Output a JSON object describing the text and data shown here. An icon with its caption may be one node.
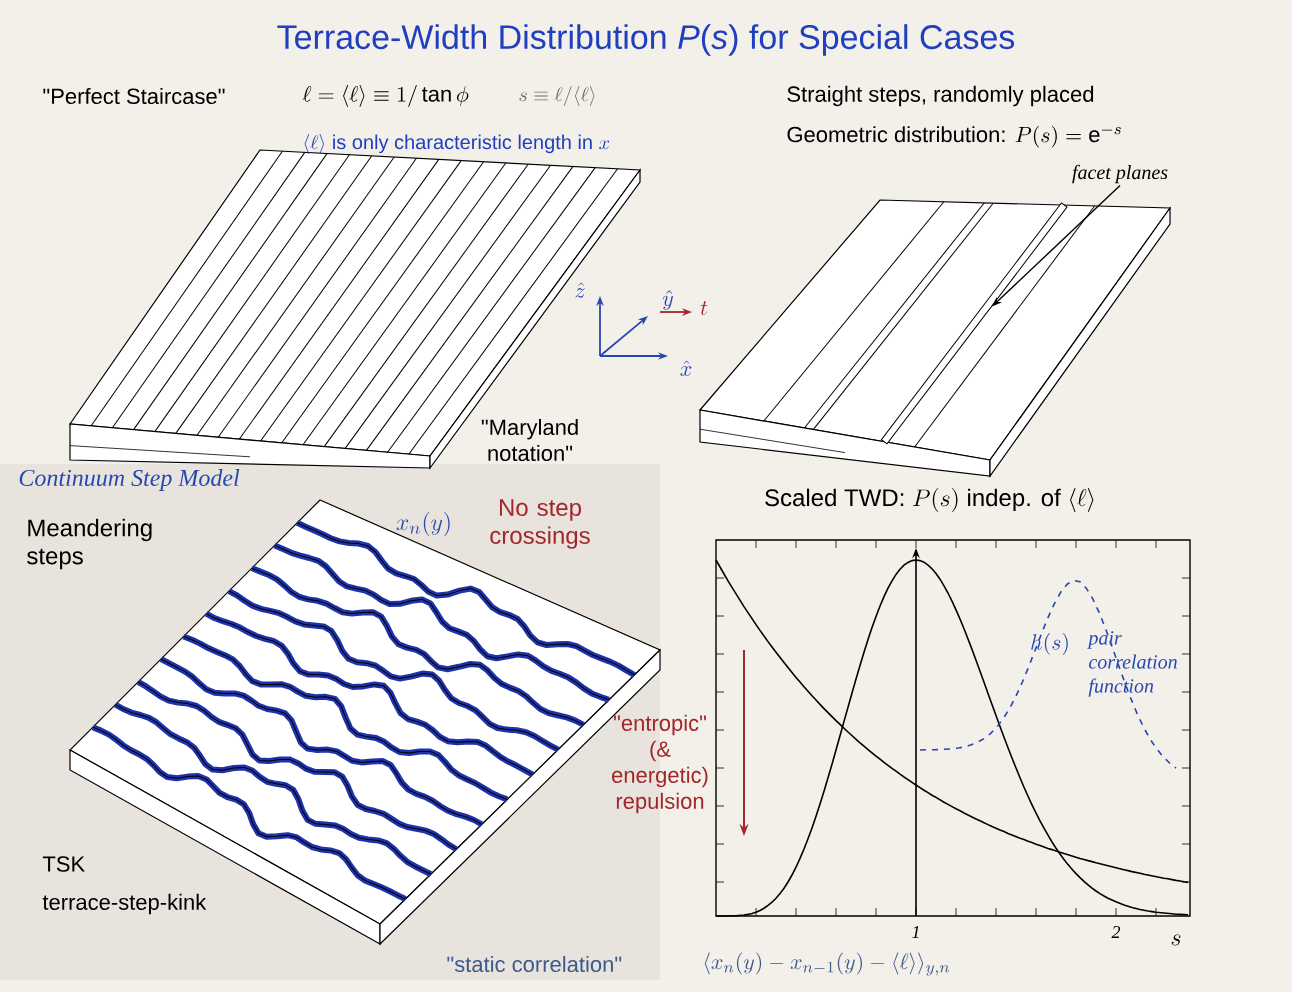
{
  "diagram": {
    "title": "Terrace-Width Distribution *P*(*s*) for Special Cases",
    "nodes": [
      {
        "text": [
          "facet planes"
        ]
      },
      {
        "text": [],
        "shape": "bar"
      }
    ],
    "edges": [
      {
        "from": 0,
        "to": 1,
        "arrow": "to"
      }
    ],
    "labels": [
      "\"Perfect Staircase\"",
      "\\ell = \\langle\\ell\\rangle \\equiv 1/\\tan\\phi",
      "s \\equiv \\ell/\\langle\\ell\\rangle",
      "Straight steps, randomly placed",
      "\\langle\\ell\\rangle\\ \\mbox{is only characteristic length in}\\ x",
      "\\mbox{Geometric distribution: }P(s) = \\mathrm{e}^{-s}",
      "\\hat{z}",
      "\\hat{y}",
      "t",
      "\\hat{x}",
      "\"Maryland notation\"",
      "Continuum Step Model",
      "Meandering steps",
      "x_n(y)",
      "No step crossings",
      "\\mbox{Scaled TWD: }P(s)\\mbox{ indep. of }\\langle\\ell\\rangle",
      "h(s)",
      "pair correlation function",
      "\"entropic\" (& energetic) repulsion",
      "TSK",
      "terrace-step-kink",
      "1",
      "2",
      "s",
      "\"static correlation\"",
      "\\langle x_n(y) - x_{n-1}(y) - \\langle\\ell\\rangle\\rangle_{y,n}"
    ]
  }
}
